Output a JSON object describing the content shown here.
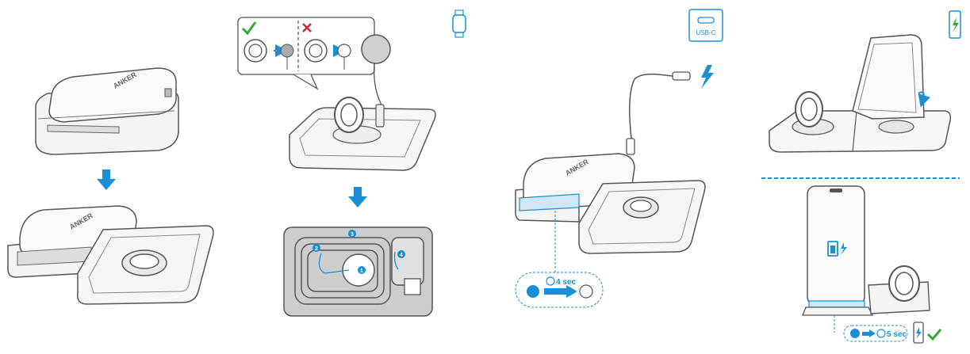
{
  "brand": "ANKER",
  "colors": {
    "accent_blue": "#1a8fd6",
    "green_check": "#3aa63a",
    "red_cross": "#d62828",
    "outline": "#555555",
    "tray_gray": "#c9c9c9"
  },
  "icons": {
    "watch_panel": "watch-icon",
    "usbc_panel": "usbc-port-icon",
    "phone_panel": "phone-charging-icon"
  },
  "labels": {
    "usbc": "USB-C",
    "timer_4": "4 sec",
    "timer_5": "5 sec",
    "coil_steps": [
      "1",
      "2",
      "3",
      "4"
    ]
  }
}
